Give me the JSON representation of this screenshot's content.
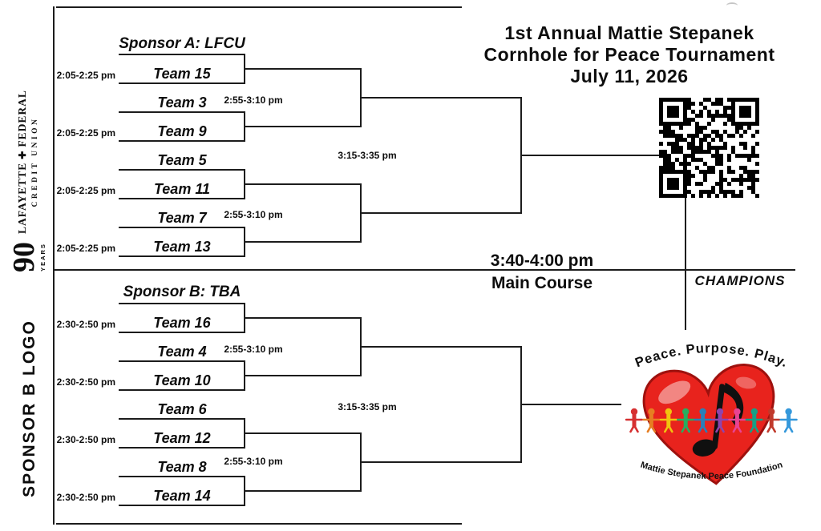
{
  "title": {
    "line1": "1st Annual Mattie Stepanek",
    "line2": "Cornhole for Peace Tournament",
    "line3": "July 11, 2026"
  },
  "final_match": {
    "time": "3:40-4:00 pm",
    "label": "Main Course"
  },
  "champions_label": "CHAMPIONS",
  "left_sponsor_top": {
    "name_part1": "LAFAYETTE",
    "cross": "✚",
    "name_part2": "FEDERAL",
    "name_sub": "CREDIT UNION",
    "years_number": "90",
    "years_label": "YEARS"
  },
  "left_sponsor_bottom_label": "SPONSOR B LOGO",
  "peace_logo": {
    "arc_text": "Peace. Purpose. Play.",
    "footer_text": "Mattie Stepanek Peace Foundation",
    "heart_color": "#e8231d",
    "figure_colors": [
      "#d63031",
      "#e67e22",
      "#f1c40f",
      "#27ae60",
      "#2980b9",
      "#8e44ad",
      "#e84393",
      "#16a085",
      "#c0392b",
      "#3498db"
    ]
  },
  "bracket": {
    "top": {
      "sponsor_label": "Sponsor A: LFCU",
      "round1_time": "2:05-2:25 pm",
      "round2_time": "2:55-3:10 pm",
      "round3_time": "3:15-3:35 pm",
      "teams": [
        "Team 15",
        "Team 3",
        "Team 9",
        "Team 5",
        "Team 11",
        "Team 7",
        "Team 13"
      ]
    },
    "bottom": {
      "sponsor_label": "Sponsor B: TBA",
      "round1_time": "2:30-2:50 pm",
      "round2_time": "2:55-3:10 pm",
      "round3_time": "3:15-3:35 pm",
      "teams": [
        "Team 16",
        "Team 4",
        "Team 10",
        "Team 6",
        "Team 12",
        "Team 8",
        "Team 14"
      ]
    }
  }
}
